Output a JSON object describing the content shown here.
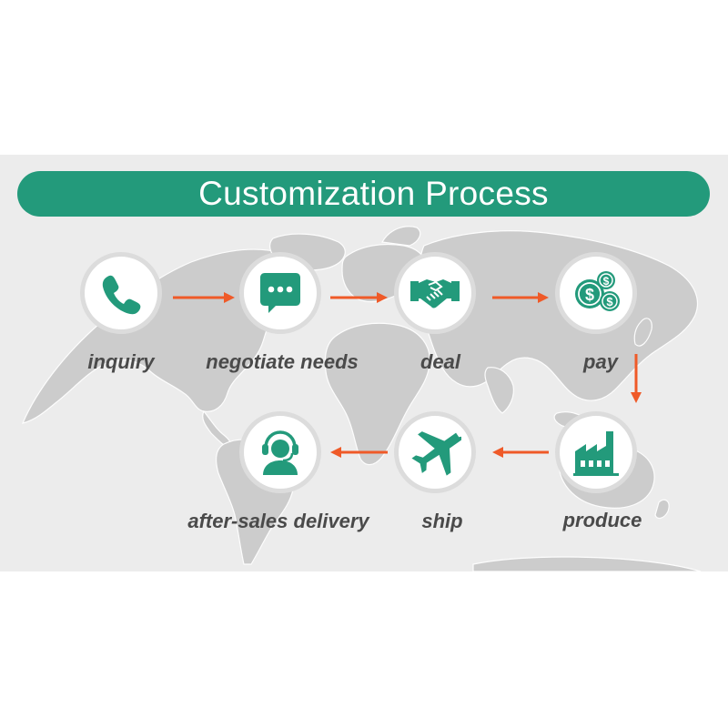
{
  "title": "Customization Process",
  "colors": {
    "accent": "#239a7b",
    "arrow": "#ef5a28",
    "panel_bg": "#ececec",
    "map_land": "#c9c9c9",
    "label": "#4a4a4a"
  },
  "steps": [
    {
      "label": "inquiry",
      "icon": "phone-icon"
    },
    {
      "label": "negotiate needs",
      "icon": "chat-bubble-icon"
    },
    {
      "label": "deal",
      "icon": "handshake-icon"
    },
    {
      "label": "pay",
      "icon": "coins-icon"
    },
    {
      "label": "produce",
      "icon": "factory-icon"
    },
    {
      "label": "ship",
      "icon": "airplane-icon"
    },
    {
      "label": "after-sales delivery",
      "icon": "headset-agent-icon"
    }
  ]
}
